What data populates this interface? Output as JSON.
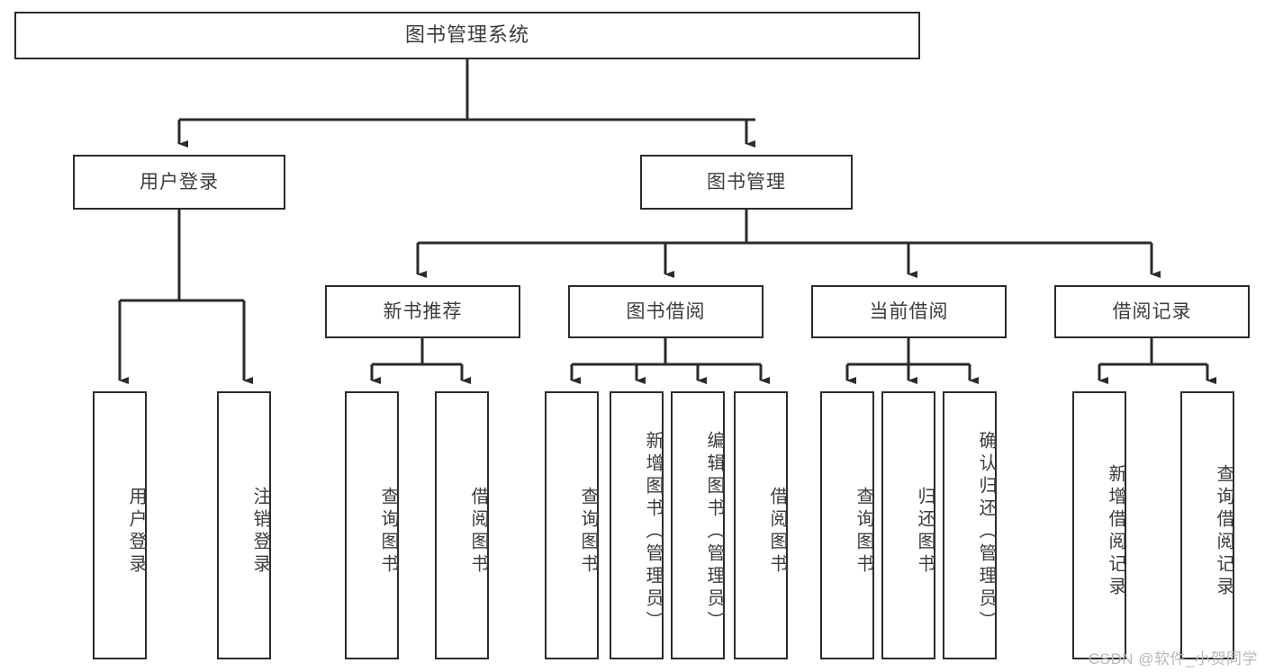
{
  "diagram": {
    "title": "图书管理系统",
    "type": "tree",
    "watermark": "CSDN @软件_小贺同学",
    "line_color": "#2b2b2b",
    "text_color": "#3c3c3c",
    "background": "#ffffff"
  },
  "root": {
    "label": "图书管理系统"
  },
  "level2": [
    {
      "label": "用户登录"
    },
    {
      "label": "图书管理"
    }
  ],
  "level3": [
    {
      "label": "新书推荐"
    },
    {
      "label": "图书借阅"
    },
    {
      "label": "当前借阅"
    },
    {
      "label": "借阅记录"
    }
  ],
  "leaves": {
    "user_login": [
      {
        "label": "用户登录"
      },
      {
        "label": "注销登录"
      }
    ],
    "new_book": [
      {
        "label": "查询图书"
      },
      {
        "label": "借阅图书"
      }
    ],
    "book_borrow": [
      {
        "label": "查询图书"
      },
      {
        "label": "新增图书（管理员）"
      },
      {
        "label": "编辑图书（管理员）"
      },
      {
        "label": "借阅图书"
      }
    ],
    "current_borrow": [
      {
        "label": "查询图书"
      },
      {
        "label": "归还图书"
      },
      {
        "label": "确认归还（管理员）"
      }
    ],
    "borrow_record": [
      {
        "label": "新增借阅记录"
      },
      {
        "label": "查询借阅记录"
      }
    ]
  }
}
